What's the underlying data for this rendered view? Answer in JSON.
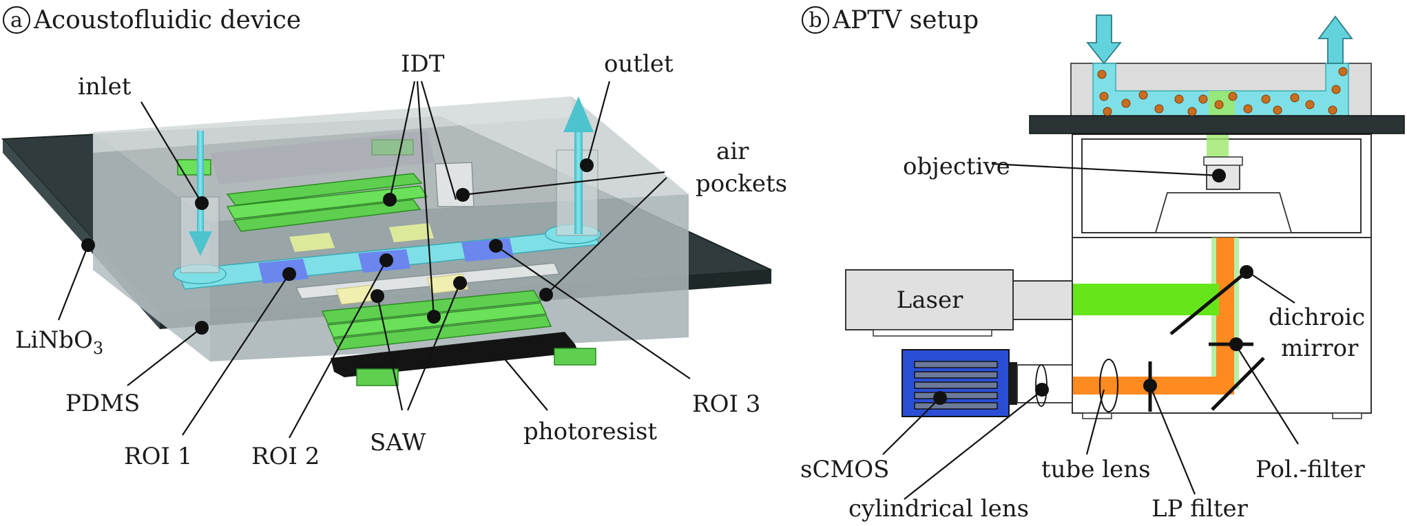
{
  "panel_a": {
    "letter": "a",
    "title": "Acoustofluidic device",
    "labels": {
      "inlet": "inlet",
      "idt": "IDT",
      "outlet": "outlet",
      "air_pockets_line1": "air",
      "air_pockets_line2": "pockets",
      "linbo3_main": "LiNbO",
      "linbo3_sub": "3",
      "pdms": "PDMS",
      "roi1": "ROI 1",
      "roi2": "ROI 2",
      "saw": "SAW",
      "photoresist": "photoresist",
      "roi3": "ROI 3"
    }
  },
  "panel_b": {
    "letter": "b",
    "title": "APTV setup",
    "labels": {
      "objective": "objective",
      "laser": "Laser",
      "dichroic_line1": "dichroic",
      "dichroic_line2": "mirror",
      "scmos": "sCMOS",
      "tube_lens": "tube lens",
      "pol_filter": "Pol.-filter",
      "cylindrical_lens": "cylindrical lens",
      "lp_filter": "LP filter"
    }
  },
  "colors": {
    "substrate": "#2f3b3c",
    "pdms": "#b8c2c4",
    "channel": "#7ee0e6",
    "roi": "#6b86ee",
    "idt": "#6be05a",
    "photoresist": "#141414",
    "laser_green": "#66e61a",
    "emission_orange": "#ff8a1f",
    "camera_blue": "#2a4fd6",
    "arrow_cyan": "#62d3dc"
  }
}
